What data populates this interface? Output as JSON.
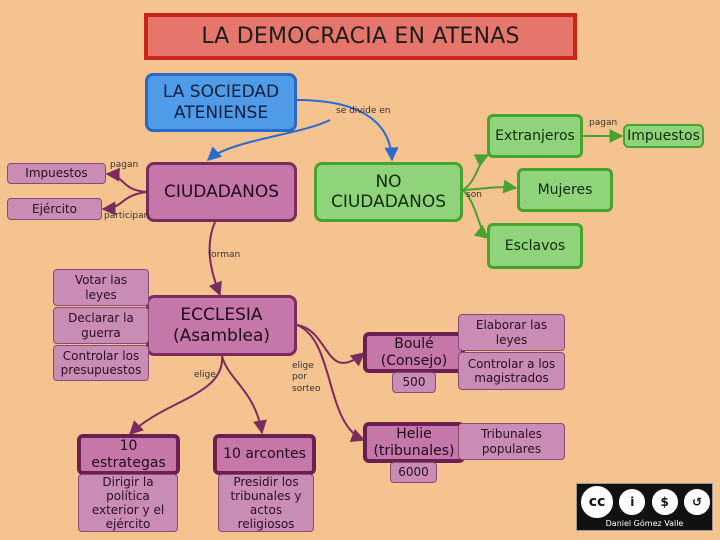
{
  "title": "LA DEMOCRACIA EN ATENAS",
  "nodes": {
    "sociedad": "LA SOCIEDAD\nATENIENSE",
    "ciudadanos": "CIUDADANOS",
    "no_ciudadanos": "NO\nCIUDADANOS",
    "extranjeros": "Extranjeros",
    "impuestos_ext": "Impuestos",
    "mujeres": "Mujeres",
    "esclavos": "Esclavos",
    "impuestos": "Impuestos",
    "ejercito": "Ejército",
    "ecclesia": "ECCLESIA\n(Asamblea)",
    "votar": "Votar las\nleyes",
    "declarar": "Declarar la\nguerra",
    "controlar_pres": "Controlar los\npresupuestos",
    "boule": "Boulé\n(Consejo)",
    "boule_num": "500",
    "elaborar": "Elaborar las\nleyes",
    "controlar_mag": "Controlar a los\nmagistrados",
    "helie": "Helie\n(tribunales)",
    "helie_num": "6000",
    "tribunales_pop": "Tribunales\npopulares",
    "estrategas": "10\nestrategas",
    "estrategas_desc": "Dirigir la\npolítica\nexterior y el\nejército",
    "arcontes": "10 arcontes",
    "arcontes_desc": "Presidir los\ntribunales y\nactos\nreligiosos"
  },
  "links": {
    "se_divide_en": "se divide en",
    "pagan_ext": "pagan",
    "son": "son",
    "pagan": "pagan",
    "participan": "participan",
    "forman": "forman",
    "elige": "elige",
    "elige_sorteo": "elige\npor\nsorteo"
  },
  "license": {
    "icons": [
      "cc",
      "i",
      "$",
      "↺"
    ],
    "author": "Daniel Gómez Valle"
  }
}
